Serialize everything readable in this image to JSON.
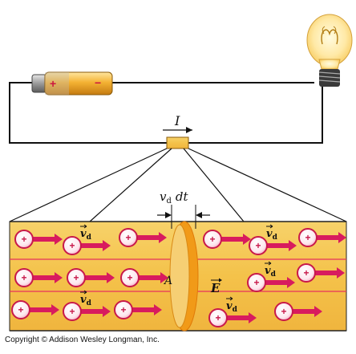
{
  "labels": {
    "current": "I",
    "vd_dt": "v",
    "vd_dt_sub": "d",
    "vd_dt_tail": "dt",
    "area": "A",
    "efield": "E",
    "vd": "v",
    "vd_sub": "d"
  },
  "charges": [
    {
      "sign": "+",
      "vd_label": false
    },
    {
      "sign": "+",
      "vd_label": true
    },
    {
      "sign": "+",
      "vd_label": false
    },
    {
      "sign": "+",
      "vd_label": false
    },
    {
      "sign": "+",
      "vd_label": true
    },
    {
      "sign": "+",
      "vd_label": false
    },
    {
      "sign": "+",
      "vd_label": false
    },
    {
      "sign": "+",
      "vd_label": false
    },
    {
      "sign": "+",
      "vd_label": false
    },
    {
      "sign": "+",
      "vd_label": true
    },
    {
      "sign": "+",
      "vd_label": false
    },
    {
      "sign": "+",
      "vd_label": false
    },
    {
      "sign": "+",
      "vd_label": true
    },
    {
      "sign": "+",
      "vd_label": false
    },
    {
      "sign": "+",
      "vd_label": true
    },
    {
      "sign": "+",
      "vd_label": false
    }
  ],
  "battery": {
    "plus": "+",
    "minus": "−"
  },
  "copyright": "Copyright © Addison Wesley Longman, Inc.",
  "colors": {
    "wire": "#f3c14d",
    "wire_edge": "#c8901a",
    "charge_fill": "#ffffff",
    "charge_ring": "#c8184a",
    "arrow": "#d81b5e",
    "disk": "#f08a10",
    "field_line": "#e8325e"
  },
  "icons": [
    "battery-icon",
    "light-bulb-icon"
  ]
}
